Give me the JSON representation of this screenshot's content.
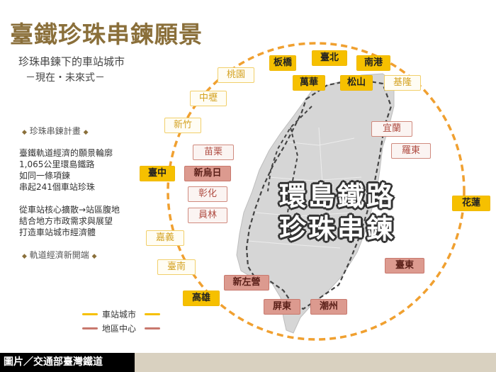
{
  "header": {
    "title": "臺鐵珍珠串鍊願景",
    "subtitle": "珍珠串鍊下的車站城市",
    "subtitle2": "－現在・未來式－"
  },
  "sections": {
    "plan": "珍珠串鍊計畫",
    "economy": "軌道經濟新開端",
    "lines": [
      "臺鐵軌道經濟的願景輪廓",
      "1,065公里環島鐵路",
      "如同一條項鍊",
      "串起241個車站珍珠",
      "",
      "從車站核心擴散→站區腹地",
      "結合地方市政需求與展望",
      "打造車站城市經濟體"
    ]
  },
  "map_title": {
    "line1": "環島鐵路",
    "line2": "珍珠串鍊"
  },
  "stations": {
    "banqiao": "板橋",
    "taipei": "臺北",
    "nangang": "南港",
    "wanhua": "萬華",
    "songshan": "松山",
    "keelung": "基隆",
    "taoyuan": "桃園",
    "zhongli": "中壢",
    "hsinchu": "新竹",
    "yilan": "宜蘭",
    "luodong": "羅東",
    "miaoli": "苗栗",
    "taichung": "臺中",
    "xinwuri": "新烏日",
    "changhua": "彰化",
    "yuanlin": "員林",
    "hualien": "花蓮",
    "chiayi": "嘉義",
    "tainan": "臺南",
    "taitung": "臺東",
    "xinzuoying": "新左營",
    "kaohsiung": "高雄",
    "pingtung": "屏東",
    "chaozhou": "潮州"
  },
  "legend": {
    "station_city": "車站城市",
    "regional_center": "地區中心"
  },
  "credit": "圖片／交通部臺灣鐵道",
  "colors": {
    "ring": "#f0a030",
    "hub": "#f6c000",
    "station_border": "#f1cf6a",
    "regional_border": "#d08a7e",
    "regional_fill": "#dc9a8f",
    "title": "#8a6f3a",
    "island": "#d6d6d6"
  }
}
